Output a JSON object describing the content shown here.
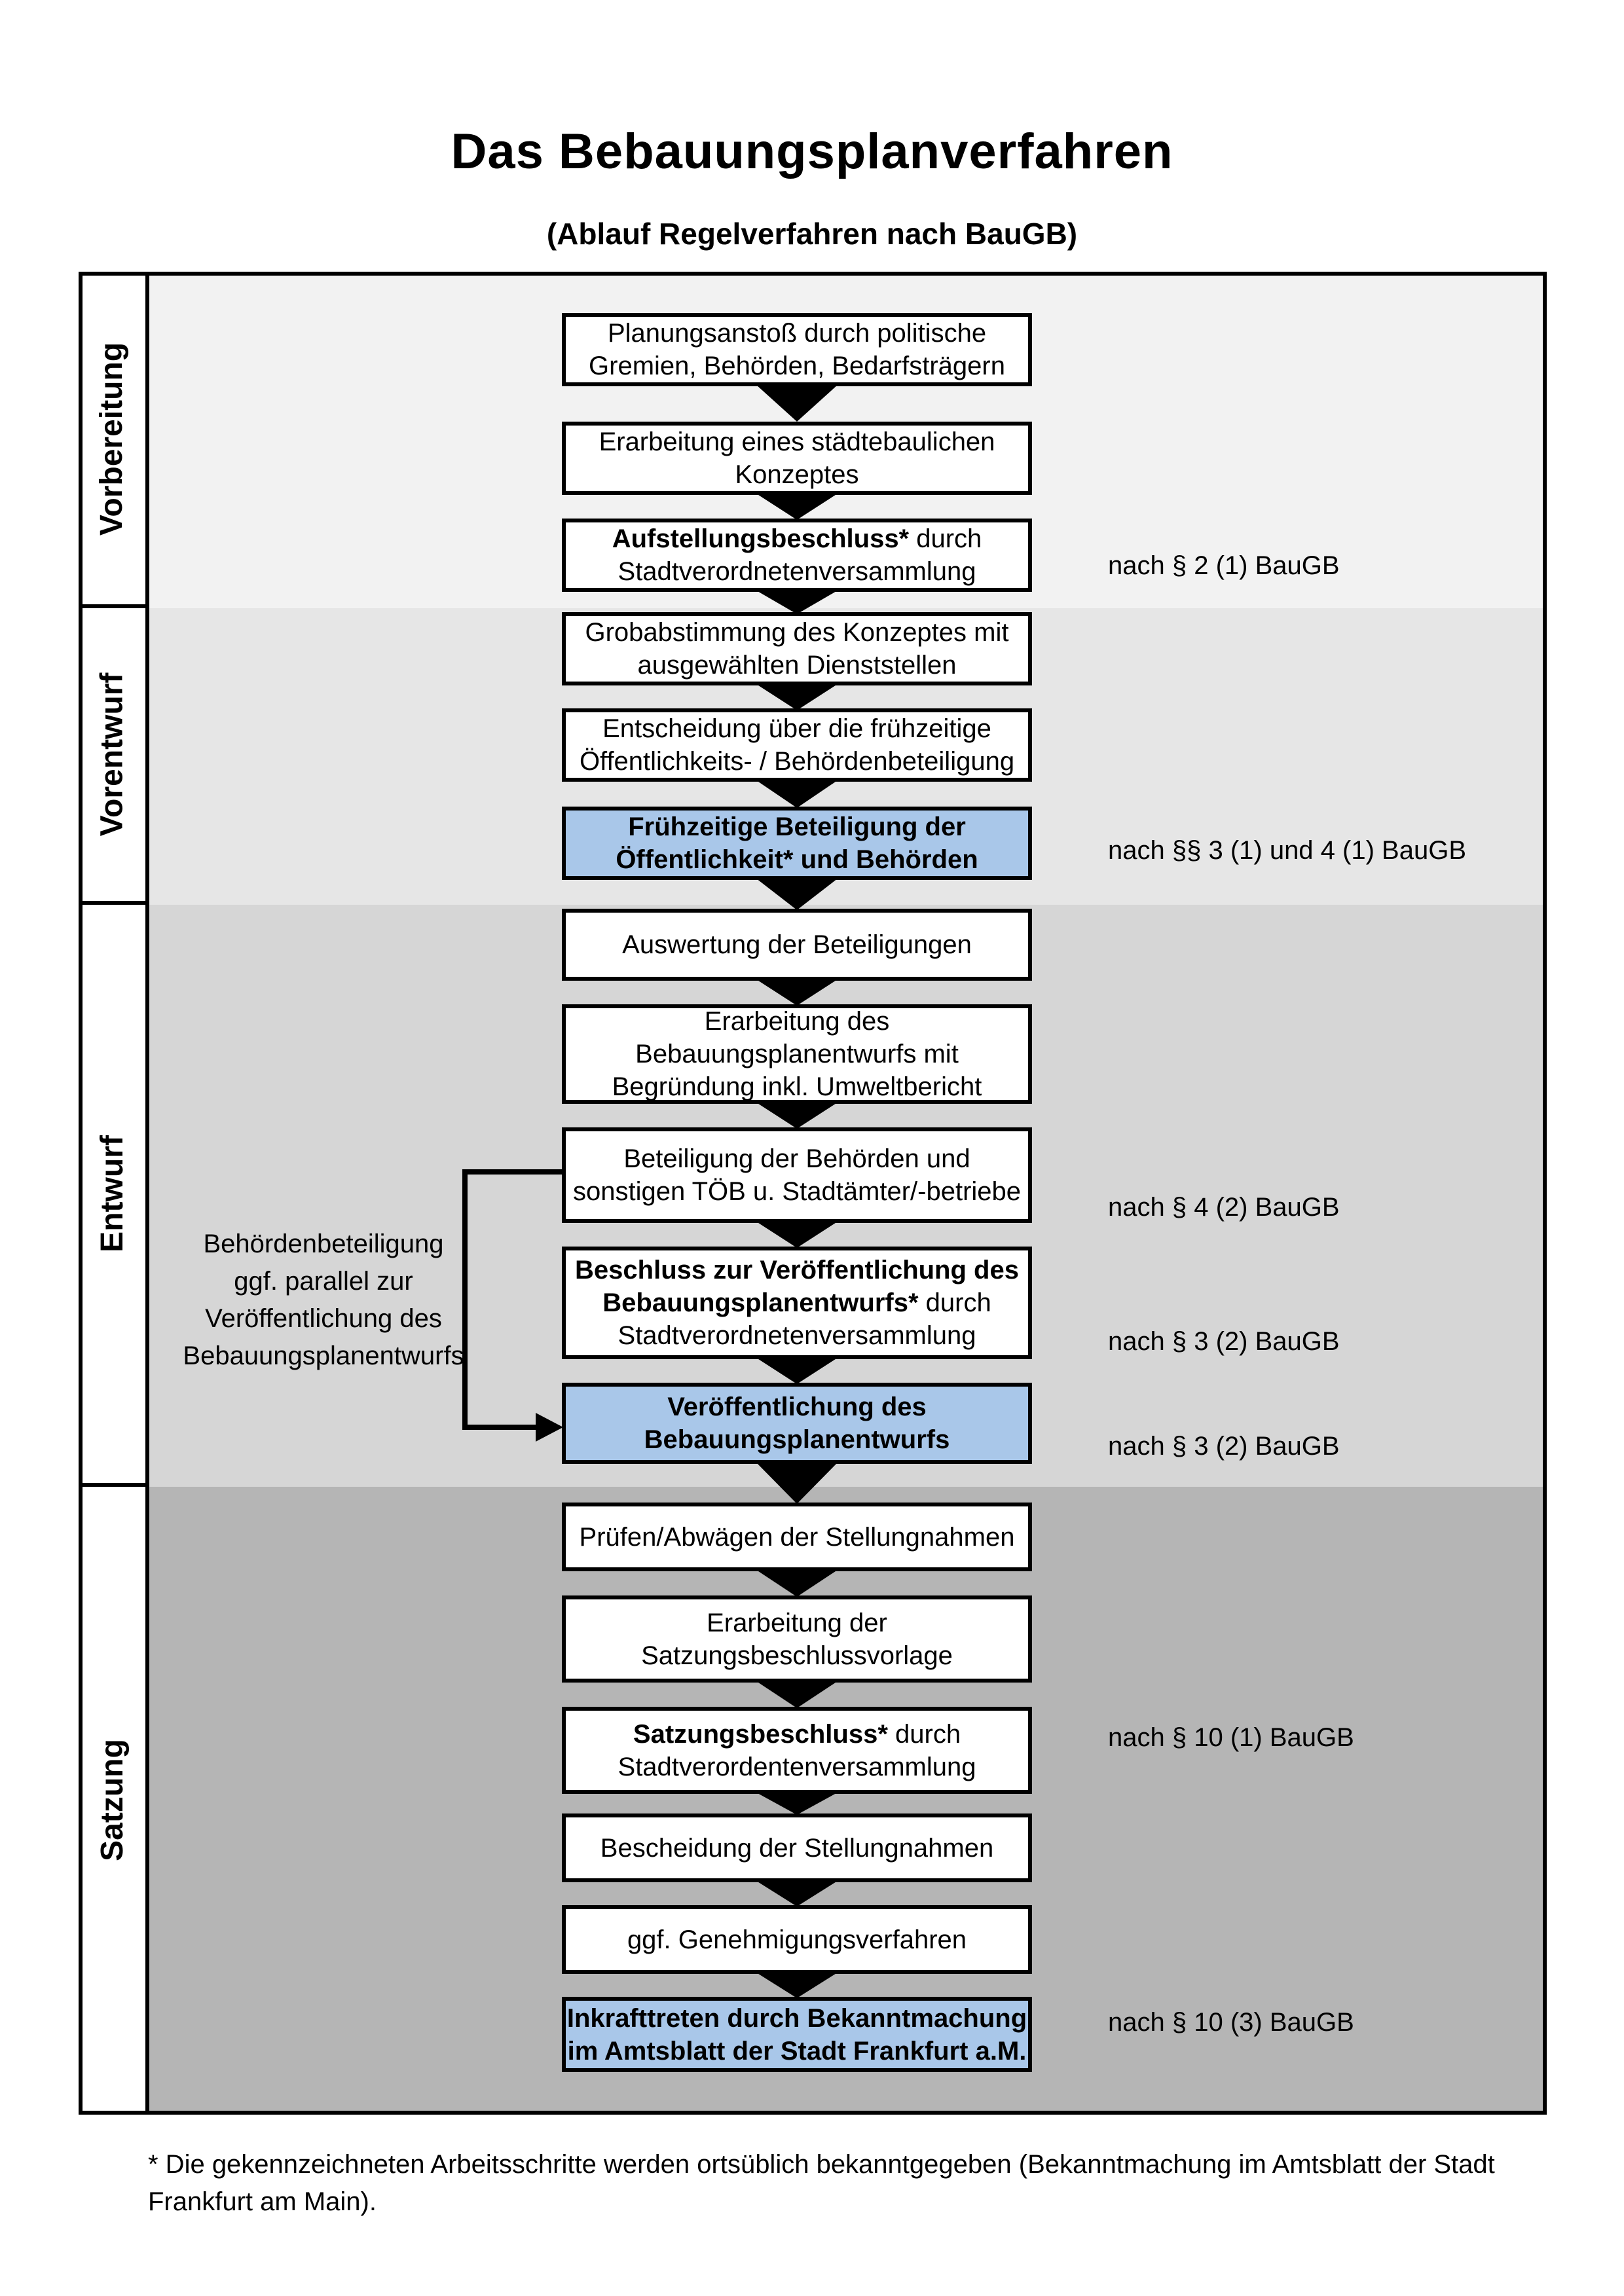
{
  "header": {
    "title": "Das Bebauungsplanverfahren",
    "subtitle": "(Ablauf Regelverfahren nach BauGB)"
  },
  "phases": [
    {
      "label": "Vorbereitung"
    },
    {
      "label": "Vorentwurf"
    },
    {
      "label": "Entwurf"
    },
    {
      "label": "Satzung"
    }
  ],
  "steps": [
    {
      "lines": [
        {
          "b": "",
          "r": "Planungsanstoß durch politische"
        },
        {
          "b": "",
          "r": "Gremien, Behörden, Bedarfsträgern"
        }
      ]
    },
    {
      "lines": [
        {
          "b": "",
          "r": "Erarbeitung eines städtebaulichen"
        },
        {
          "b": "",
          "r": "Konzeptes"
        }
      ]
    },
    {
      "lines": [
        {
          "b": "Aufstellungsbeschluss*",
          "r": " durch"
        },
        {
          "b": "",
          "r": "Stadtverordnetenversammlung"
        }
      ]
    },
    {
      "lines": [
        {
          "b": "",
          "r": "Grobabstimmung des Konzeptes mit"
        },
        {
          "b": "",
          "r": "ausgewählten Dienststellen"
        }
      ]
    },
    {
      "lines": [
        {
          "b": "",
          "r": "Entscheidung über die frühzeitige"
        },
        {
          "b": "",
          "r": "Öffentlichkeits- / Behördenbeteiligung"
        }
      ]
    },
    {
      "blue": true,
      "lines": [
        {
          "b": "Frühzeitige Beteiligung der",
          "r": ""
        },
        {
          "b": "Öffentlichkeit* und Behörden",
          "r": ""
        }
      ]
    },
    {
      "lines": [
        {
          "b": "",
          "r": "Auswertung der Beteiligungen"
        }
      ]
    },
    {
      "lines": [
        {
          "b": "",
          "r": "Erarbeitung des"
        },
        {
          "b": "",
          "r": "Bebauungsplanentwurfs mit"
        },
        {
          "b": "",
          "r": "Begründung inkl. Umweltbericht"
        }
      ]
    },
    {
      "lines": [
        {
          "b": "",
          "r": "Beteiligung der Behörden und"
        },
        {
          "b": "",
          "r": "sonstigen TÖB u. Stadtämter/-betriebe"
        }
      ]
    },
    {
      "lines": [
        {
          "b": "Beschluss zur Veröffentlichung des",
          "r": ""
        },
        {
          "b": "Bebauungsplanentwurfs*",
          "r": " durch"
        },
        {
          "b": "",
          "r": "Stadtverordnetenversammlung"
        }
      ]
    },
    {
      "blue": true,
      "lines": [
        {
          "b": "Veröffentlichung des",
          "r": ""
        },
        {
          "b": "Bebauungsplanentwurfs",
          "r": ""
        }
      ]
    },
    {
      "lines": [
        {
          "b": "",
          "r": "Prüfen/Abwägen der Stellungnahmen"
        }
      ]
    },
    {
      "lines": [
        {
          "b": "",
          "r": "Erarbeitung der"
        },
        {
          "b": "",
          "r": "Satzungsbeschlussvorlage"
        }
      ]
    },
    {
      "lines": [
        {
          "b": "Satzungsbeschluss*",
          "r": " durch"
        },
        {
          "b": "",
          "r": "Stadtverordentenversammlung"
        }
      ]
    },
    {
      "lines": [
        {
          "b": "",
          "r": "Bescheidung der Stellungnahmen"
        }
      ]
    },
    {
      "lines": [
        {
          "b": "",
          "r": "ggf. Genehmigungsverfahren"
        }
      ]
    },
    {
      "blue": true,
      "lines": [
        {
          "b": "Inkrafttreten",
          "r": " durch Bekanntmachung"
        },
        {
          "b": "",
          "r": "im Amtsblatt der Stadt Frankfurt a.M."
        }
      ]
    }
  ],
  "legal_notes": [
    {
      "text": "nach § 2 (1) BauGB"
    },
    {
      "text": "nach §§ 3 (1) und 4 (1) BauGB"
    },
    {
      "text": "nach § 4 (2) BauGB"
    },
    {
      "text": "nach § 3 (2) BauGB"
    },
    {
      "text": "nach § 3 (2) BauGB"
    },
    {
      "text": "nach § 10 (1) BauGB"
    },
    {
      "text": "nach § 10 (3) BauGB"
    }
  ],
  "side_note": {
    "lines": [
      "Behördenbeteiligung",
      "ggf. parallel zur",
      "Veröffentlichung des",
      "Bebauungsplanentwurfs"
    ]
  },
  "footer": {
    "line1": "* Die gekennzeichneten Arbeitsschritte werden ortsüblich bekanntgegeben (Bekanntmachung im Amtsblatt  der Stadt",
    "line2": "Frankfurt am Main)."
  },
  "colors": {
    "highlight_box": "#a9c7e9",
    "band_vorbereitung": "#f2f2f2",
    "band_vorentwurf": "#e6e6e6",
    "band_entwurf": "#d6d6d6",
    "band_satzung": "#b5b5b5",
    "box_border": "#000000"
  }
}
